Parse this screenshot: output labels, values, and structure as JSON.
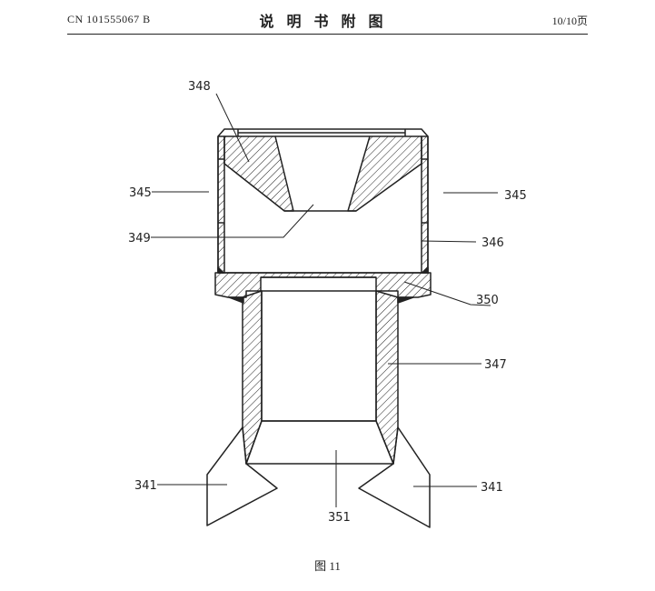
{
  "header": {
    "publication_number": "CN 101555067 B",
    "section_title": "说明书附图",
    "page_indicator": "10/10页"
  },
  "figure": {
    "caption": "图 11",
    "labels": {
      "l348": "348",
      "l345_left": "345",
      "l345_right": "345",
      "l349": "349",
      "l346": "346",
      "l350": "350",
      "l347": "347",
      "l341_left": "341",
      "l341_right": "341",
      "l351": "351"
    }
  }
}
